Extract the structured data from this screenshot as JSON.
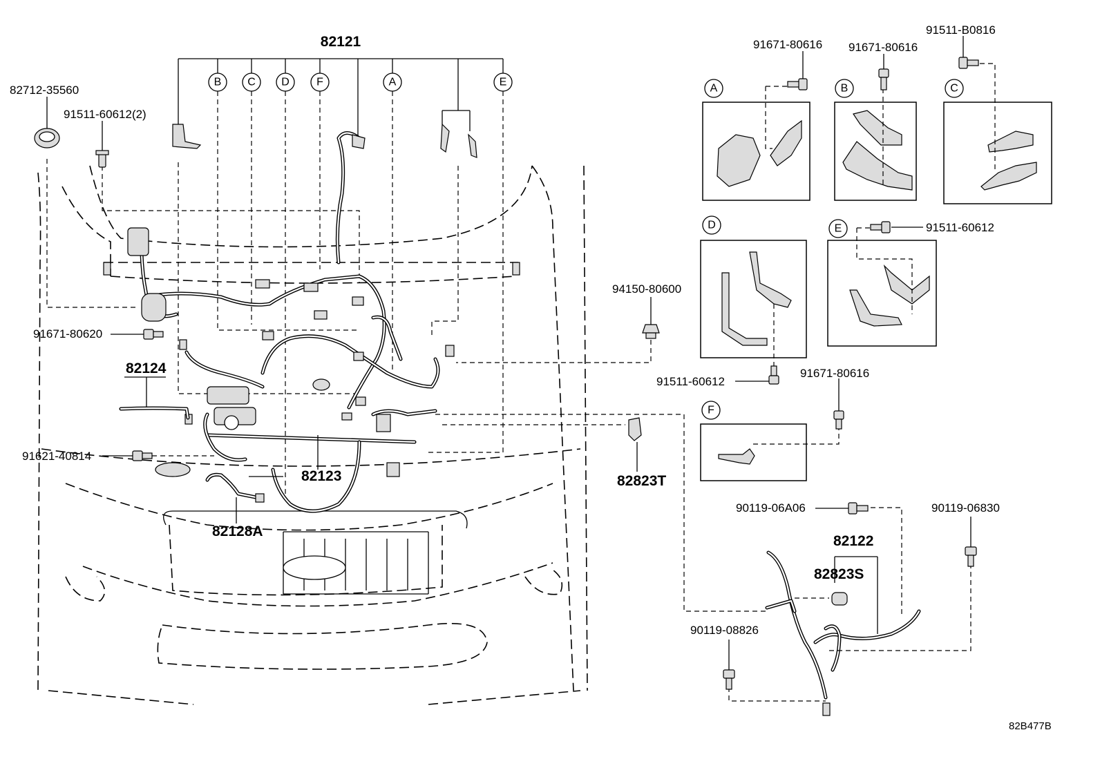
{
  "diagram": {
    "callouts": [
      {
        "id": "A",
        "label": "A"
      },
      {
        "id": "B",
        "label": "B"
      },
      {
        "id": "C",
        "label": "C"
      },
      {
        "id": "D",
        "label": "D"
      },
      {
        "id": "E",
        "label": "E"
      },
      {
        "id": "F",
        "label": "F"
      }
    ],
    "part_numbers": {
      "p82121": "82121",
      "p82712_35560": "82712-35560",
      "p91511_60612_2": "91511-60612(2)",
      "p91671_80620": "91671-80620",
      "p82124": "82124",
      "p91621_40814": "91621-40814",
      "p82123": "82123",
      "p82128A": "82128A",
      "p82823T": "82823T",
      "p94150_80600": "94150-80600",
      "p91671_80616_a": "91671-80616",
      "p91671_80616_b": "91671-80616",
      "p91511_B0816": "91511-B0816",
      "p91511_60612_e": "91511-60612",
      "p91511_60612_d": "91511-60612",
      "p91671_80616_f": "91671-80616",
      "p90119_06A06": "90119-06A06",
      "p90119_06830": "90119-06830",
      "p82122": "82122",
      "p82823S": "82823S",
      "p90119_08826": "90119-08826"
    },
    "reference_code": "82B477B"
  }
}
